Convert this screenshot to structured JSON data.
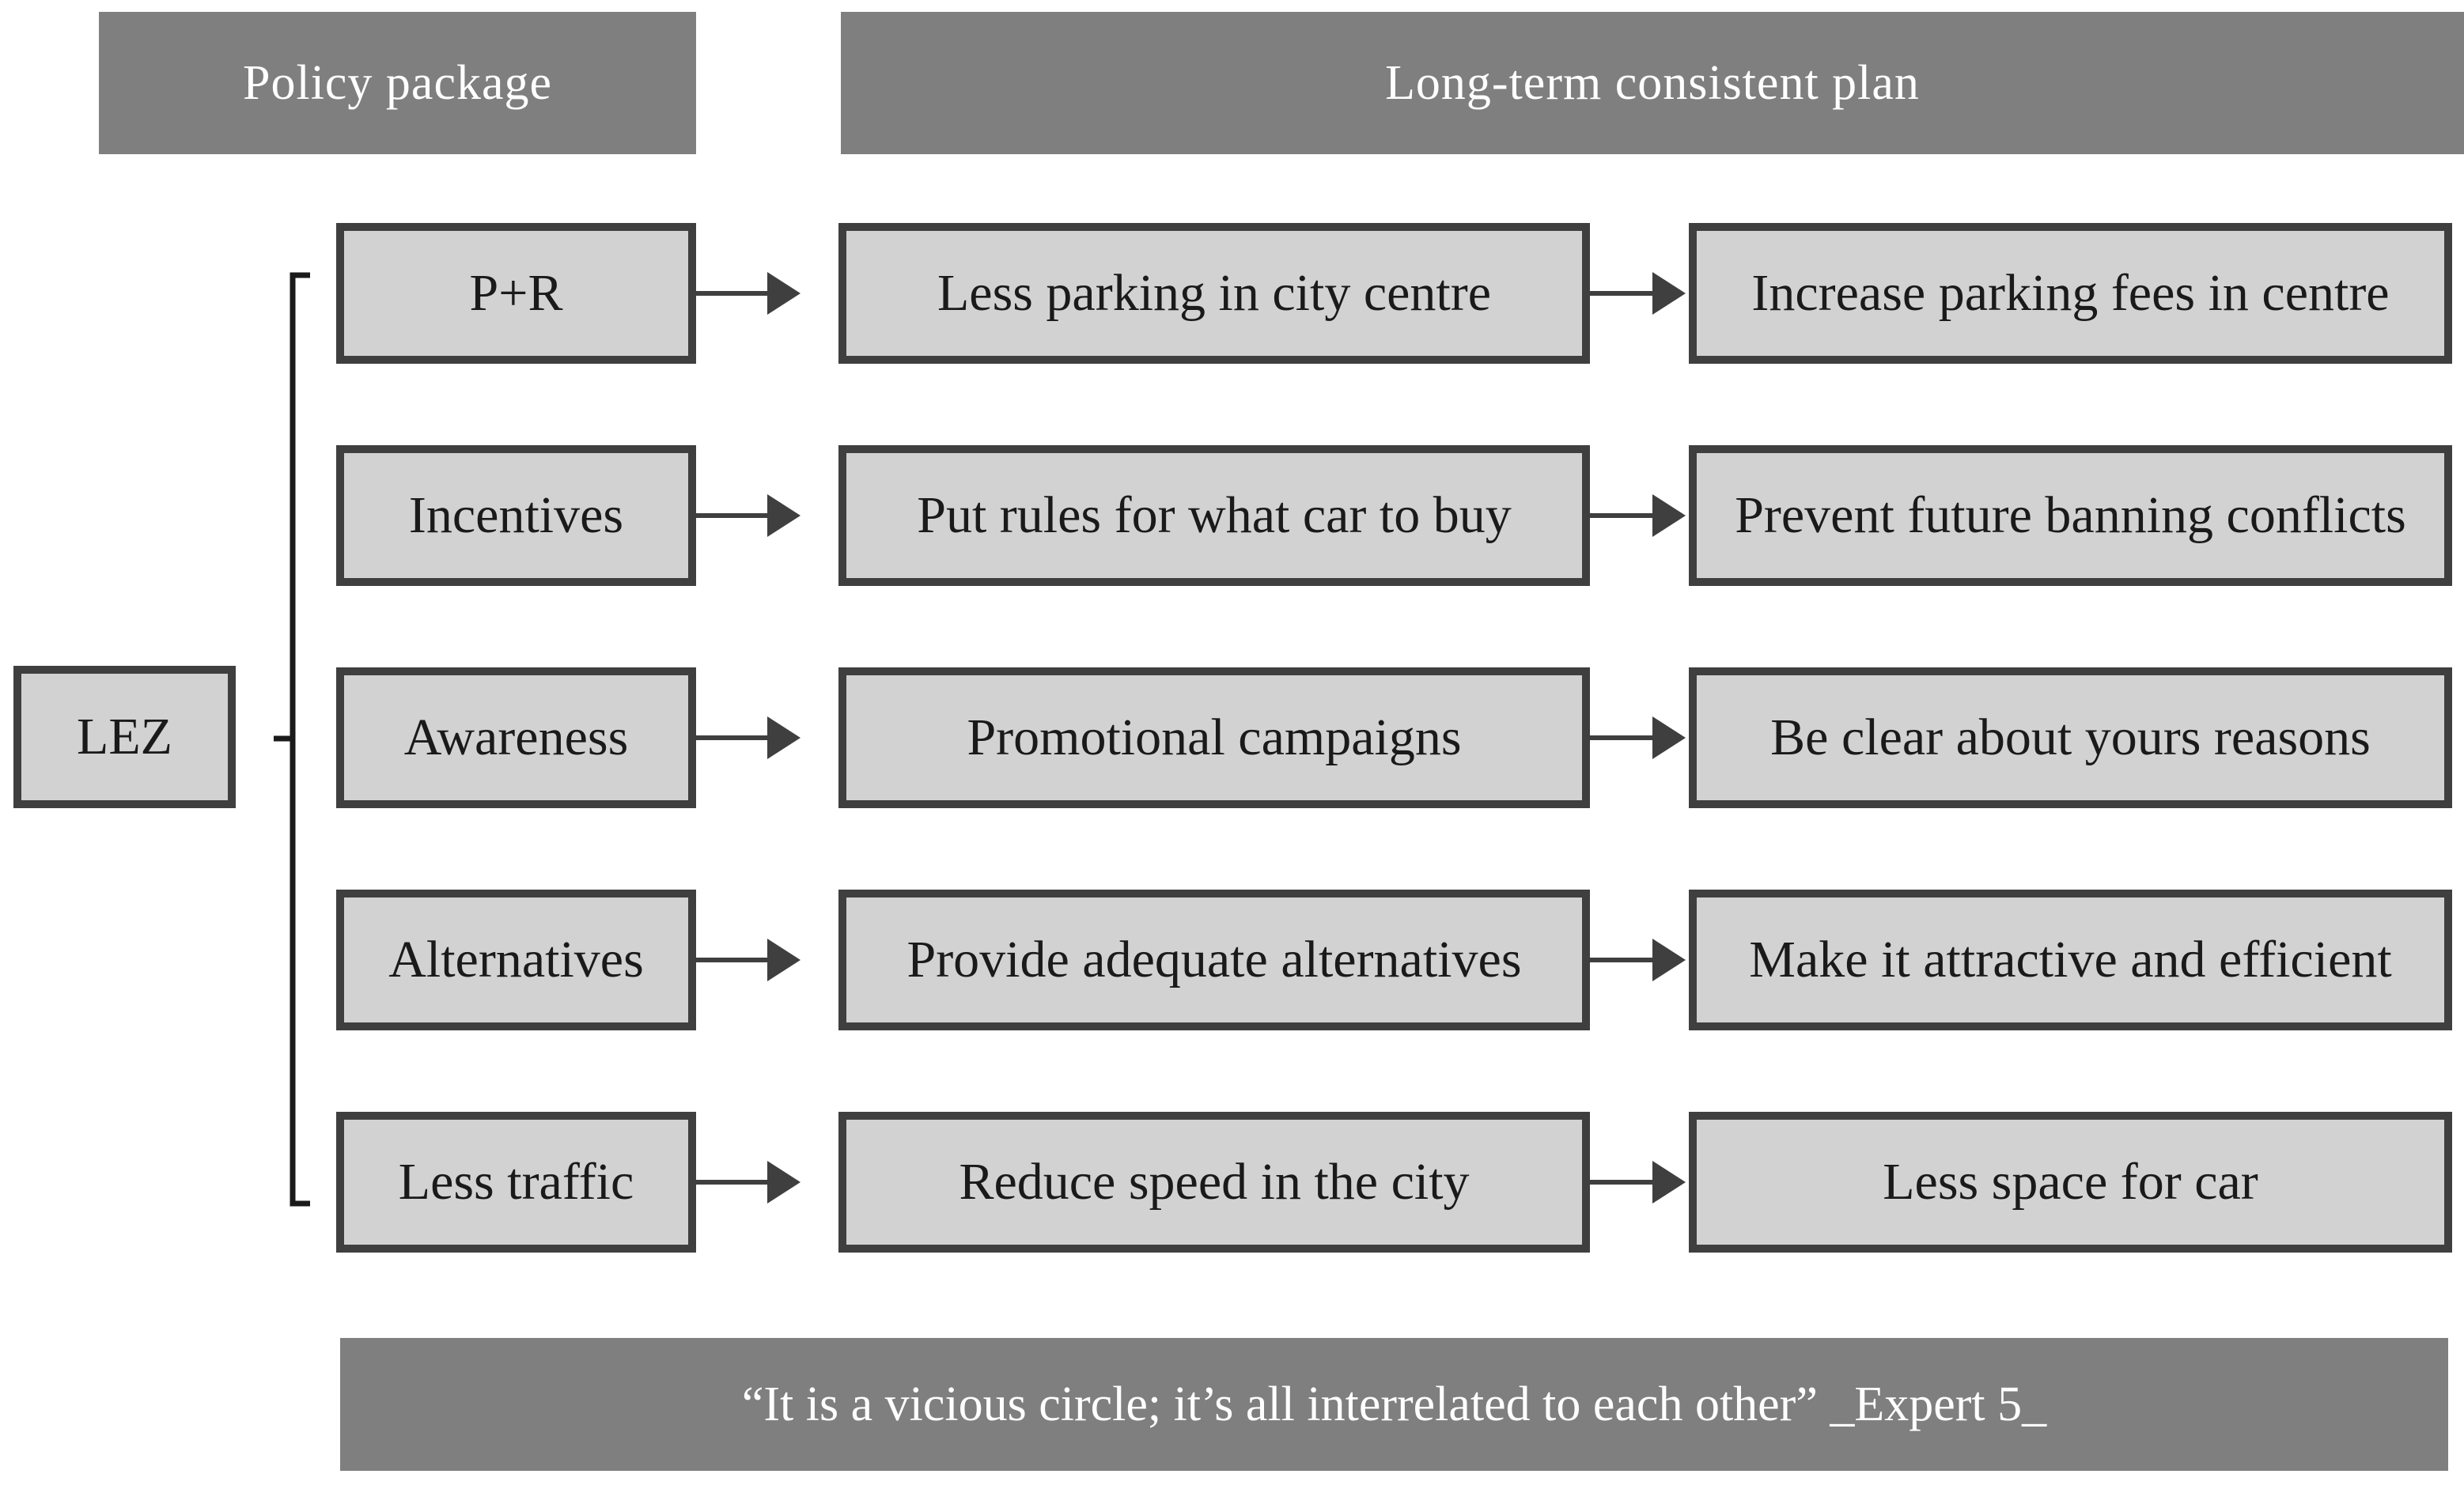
{
  "colors": {
    "header_bg": "#7f7f7f",
    "header_text": "#ffffff",
    "box_bg": "#d2d2d2",
    "box_border": "#3f3f3f",
    "box_text": "#1a1a1a",
    "arrow": "#3f3f3f",
    "bracket": "#1a1a1a",
    "quote_bg": "#7f7f7f",
    "quote_text": "#ffffff",
    "page_bg": "#ffffff"
  },
  "headers": {
    "policy_package": "Policy package",
    "long_term_plan": "Long-term consistent plan"
  },
  "root": {
    "label": "LEZ"
  },
  "rows": [
    {
      "label": "P+R",
      "mid": "Less parking in city centre",
      "right": "Increase parking fees in centre"
    },
    {
      "label": "Incentives",
      "mid": "Put rules for what car to buy",
      "right": "Prevent future banning conflicts"
    },
    {
      "label": "Awareness",
      "mid": "Promotional campaigns",
      "right": "Be clear about yours reasons"
    },
    {
      "label": "Alternatives",
      "mid": "Provide adequate alternatives",
      "right": "Make it attractive and efficient"
    },
    {
      "label": "Less traffic",
      "mid": "Reduce speed in the city",
      "right": "Less space for car"
    }
  ],
  "quote": {
    "text": "“It is a vicious circle; it’s all interrelated to each other” _Expert 5_"
  }
}
